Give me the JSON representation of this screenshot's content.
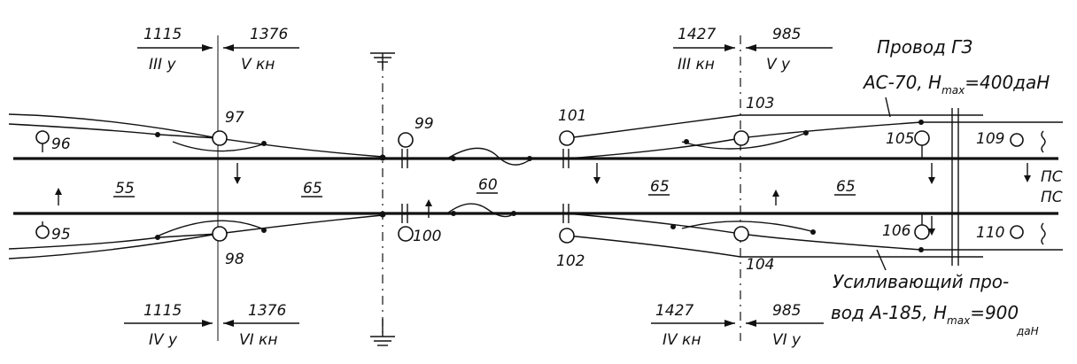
{
  "fractions": {
    "top_left": {
      "num": "1115",
      "den": "III у"
    },
    "top_left2": {
      "num": "1376",
      "den": "V кн"
    },
    "bottom_left": {
      "num": "1115",
      "den": "IV у"
    },
    "bottom_left2": {
      "num": "1376",
      "den": "VI кн"
    },
    "top_right": {
      "num": "1427",
      "den": "III кн"
    },
    "top_right2": {
      "num": "985",
      "den": "V у"
    },
    "bottom_right": {
      "num": "1427",
      "den": "IV кн"
    },
    "bottom_right2": {
      "num": "985",
      "den": "VI у"
    }
  },
  "supports": {
    "s95": "95",
    "s96": "96",
    "s97": "97",
    "s98": "98",
    "s99": "99",
    "s100": "100",
    "s101": "101",
    "s102": "102",
    "s103": "103",
    "s104": "104",
    "s105": "105",
    "s106": "106",
    "s109": "109",
    "s110": "110"
  },
  "spans": {
    "top_left": "55",
    "top_mid": "65",
    "top_center": "60",
    "top_right_a": "65",
    "top_right_b": "65"
  },
  "annotations": {
    "wire_g3_line1": "Провод ГЗ",
    "wire_g3_line2": "АС-70, H",
    "wire_g3_sub": "max",
    "wire_g3_line2_tail": "=400даН",
    "reinf_line1": "Усиливающий про-",
    "reinf_line2": "вод А-185, H",
    "reinf_sub": "max",
    "reinf_line2_tail": "=900",
    "reinf_unit": "даН",
    "ps_top": "ПС",
    "ps_bottom": "ПС"
  }
}
